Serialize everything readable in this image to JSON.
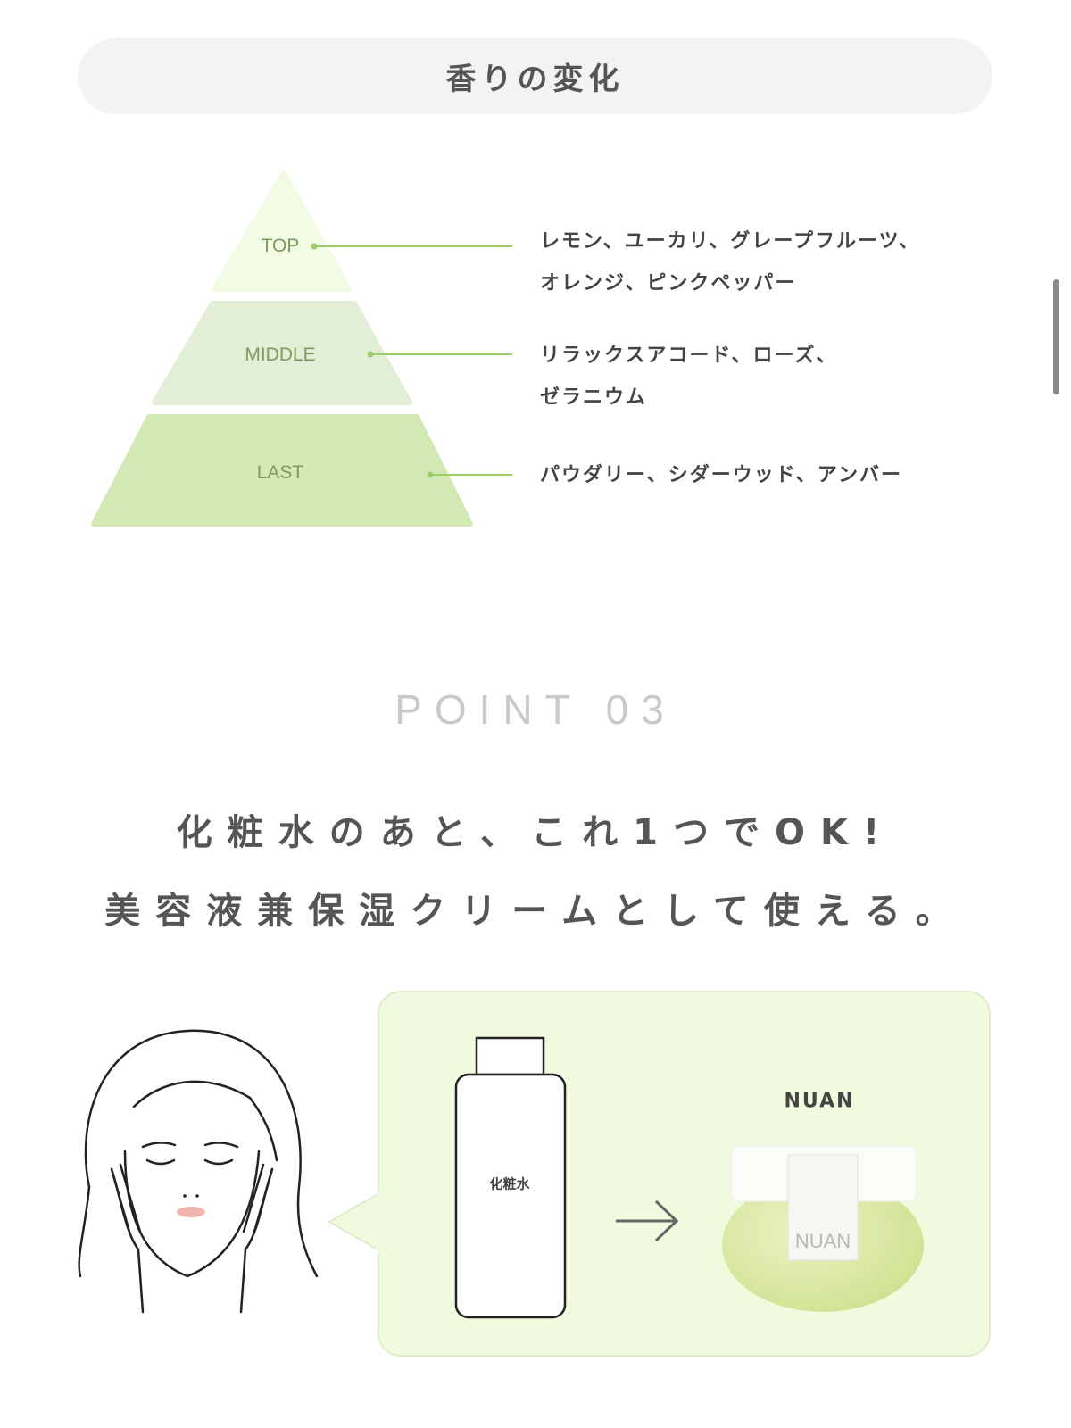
{
  "section_title": "香りの変化",
  "pyramid": {
    "colors": {
      "top": "#f2fbe4",
      "middle": "#e2eed6",
      "last": "#d3e9b5",
      "line": "#9ccc6a"
    },
    "tiers": [
      {
        "label": "TOP",
        "notes": [
          "レモン、ユーカリ、グレープフルーツ、",
          "オレンジ、ピンクペッパー"
        ]
      },
      {
        "label": "MIDDLE",
        "notes": [
          "リラックスアコード、ローズ、",
          "ゼラニウム"
        ]
      },
      {
        "label": "LAST",
        "notes": [
          "パウダリー、シダーウッド、アンバー"
        ]
      }
    ]
  },
  "point": {
    "label": "POINT 03",
    "headline": [
      "化粧水のあと、これ1つでOK!",
      "美容液兼保湿クリームとして使える。"
    ]
  },
  "illustration": {
    "bottle_label": "化粧水",
    "product_name": "NUAN",
    "jar_logo": "NUAN",
    "box_color": "#f0fadf"
  }
}
